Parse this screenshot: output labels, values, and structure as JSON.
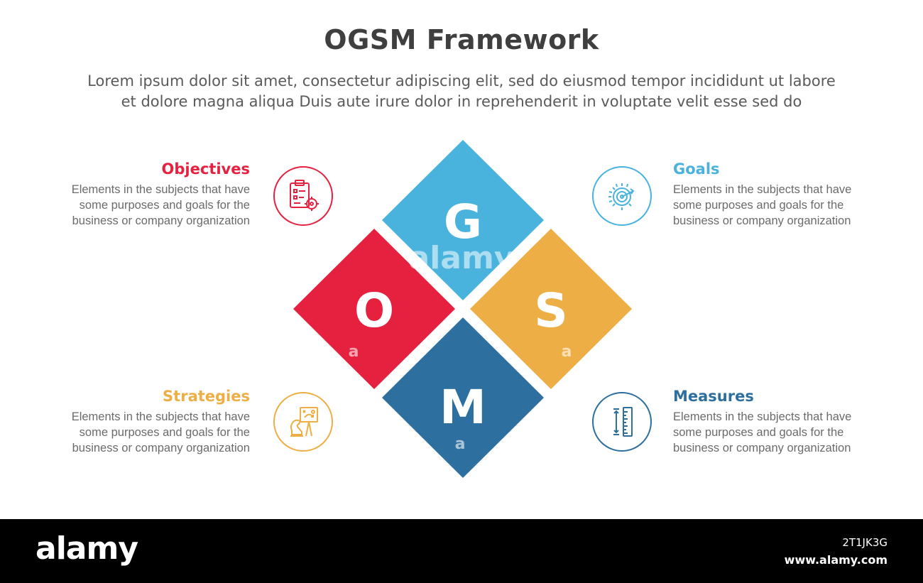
{
  "header": {
    "title": "OGSM Framework",
    "subtitle_line1": "Lorem ipsum dolor sit amet, consectetur adipiscing elit, sed do eiusmod tempor incididunt ut labore",
    "subtitle_line2": "et dolore magna aliqua Duis aute irure dolor in reprehenderit in voluptate velit esse sed do"
  },
  "colors": {
    "objectives": "#e5213f",
    "goals": "#4ab3dd",
    "strategies": "#edaf45",
    "measures": "#2d6f9e",
    "title": "#3f3f3f",
    "text": "#6b6b6b"
  },
  "diamonds": {
    "goals_letter": "G",
    "objectives_letter": "O",
    "strategies_letter": "S",
    "measures_letter": "M"
  },
  "blocks": {
    "objectives": {
      "heading": "Objectives",
      "line1": "Elements in the subjects that have",
      "line2": "some purposes and goals for the",
      "line3": "business or company organization",
      "icon": "clipboard-target-icon"
    },
    "goals": {
      "heading": "Goals",
      "line1": "Elements in the subjects that have",
      "line2": "some purposes and goals for the",
      "line3": "business or company organization",
      "icon": "bullseye-icon"
    },
    "strategies": {
      "heading": "Strategies",
      "line1": "Elements in the subjects that have",
      "line2": "some purposes and goals for the",
      "line3": "business or company organization",
      "icon": "chess-strategy-board-icon"
    },
    "measures": {
      "heading": "Measures",
      "line1": "Elements in the subjects that have",
      "line2": "some purposes and goals for the",
      "line3": "business or company organization",
      "icon": "ruler-measure-icon"
    }
  },
  "watermark": {
    "center": "alamy",
    "small": "a"
  },
  "footer": {
    "logo": "alamy",
    "image_id": "2T1JK3G",
    "site": "www.alamy.com"
  }
}
